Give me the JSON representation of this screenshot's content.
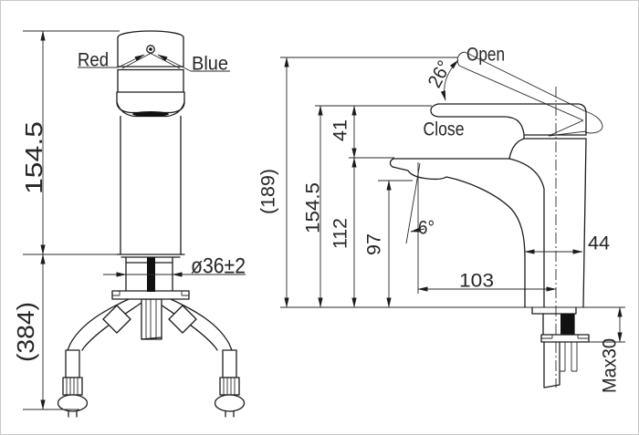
{
  "colors": {
    "background": "#ffffff",
    "line": "#1c1c1c",
    "text": "#262626",
    "dark_fill": "#111111",
    "border": "#c9c9c9"
  },
  "front_view": {
    "hot_indicator_label": "Red",
    "cold_indicator_label": "Blue",
    "body_height": "154.5",
    "hose_length": "(384)",
    "shank_diameter": "ø36±2"
  },
  "side_view": {
    "handle_open_label": "Open",
    "handle_close_label": "Close",
    "handle_angle": "26°",
    "handle_lift_height": "41",
    "overall_height": "(189)",
    "body_height": "154.5",
    "spout_top_height": "112",
    "outlet_height": "97",
    "outlet_angle": "6°",
    "spout_reach": "103",
    "base_depth": "44",
    "max_deck_thickness": "Max30"
  }
}
